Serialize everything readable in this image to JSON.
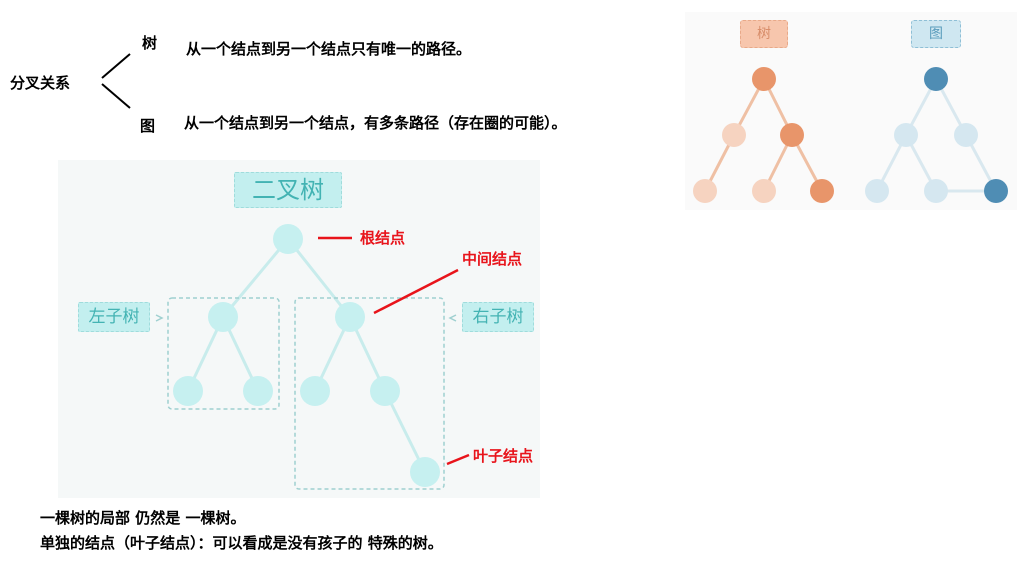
{
  "header": {
    "category": "分叉关系",
    "tree_label": "树",
    "tree_desc": "从一个结点到另一个结点只有唯一的路径。",
    "graph_label": "图",
    "graph_desc": "从一个结点到另一个结点，有多条路径（存在圈的可能）。"
  },
  "compare_panel": {
    "tree_tag": "树",
    "graph_tag": "图",
    "tree_color": "#e8956a",
    "tree_light": "#f6d3c0",
    "graph_color": "#4f8db4",
    "graph_light": "#d5e7f0"
  },
  "binary_tree": {
    "title": "二叉树",
    "left_subtree": "左子树",
    "right_subtree": "右子树",
    "root_annotation": "根结点",
    "middle_annotation": "中间结点",
    "leaf_annotation": "叶子结点",
    "node_color": "#c6f0f0",
    "edge_color": "#c8ecec",
    "accent_red": "#e8141b"
  },
  "footer": {
    "line1": "一棵树的局部 仍然是 一棵树。",
    "line2": "单独的结点（叶子结点）：可以看成是没有孩子的 特殊的树。"
  }
}
